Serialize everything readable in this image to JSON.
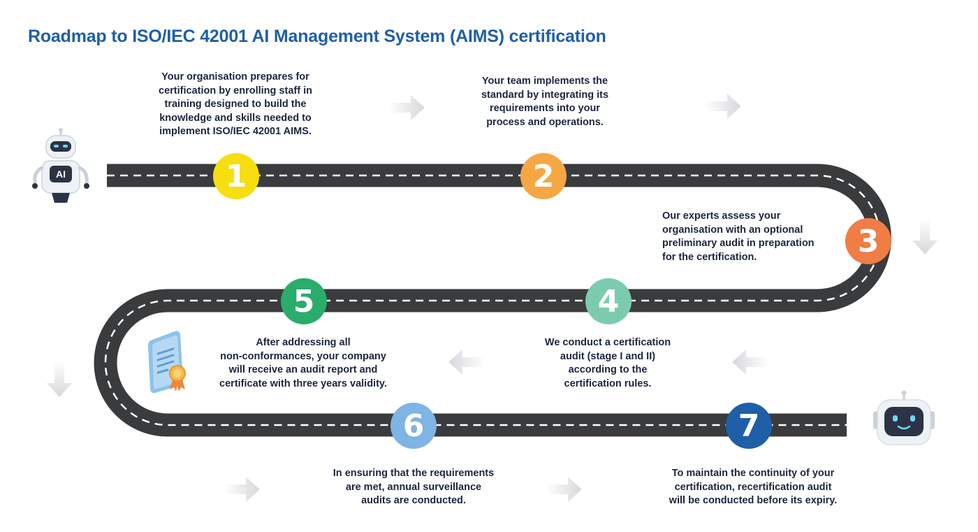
{
  "title": "Roadmap to ISO/IEC 42001 AI Management System (AIMS) certification",
  "robot_label": "AI",
  "colors": {
    "title": "#1f5fa8",
    "road": "#3a3b3d",
    "text": "#1c2540"
  },
  "steps": [
    {
      "number": "1",
      "color": "#f6de11",
      "lines": [
        "Your organisation prepares for",
        "certification by enrolling staff in",
        "training designed to build the",
        "knowledge and skills needed to",
        "implement ISO/IEC 42001 AIMS."
      ]
    },
    {
      "number": "2",
      "color": "#f5a744",
      "lines": [
        "Your team implements the",
        "standard by integrating its",
        "requirements into your",
        "process and operations."
      ]
    },
    {
      "number": "3",
      "color": "#f07c46",
      "lines": [
        "Our experts assess your",
        "organisation with an optional",
        "preliminary audit in preparation",
        "for the certification."
      ]
    },
    {
      "number": "4",
      "color": "#7dcbae",
      "lines": [
        "We conduct a certification",
        "audit (stage I and II)",
        "according to the",
        "certification rules."
      ]
    },
    {
      "number": "5",
      "color": "#2aac6b",
      "lines": [
        "After addressing all",
        "non-conformances, your company",
        "will receive an audit report and",
        "certificate with three years validity."
      ]
    },
    {
      "number": "6",
      "color": "#7fb4e4",
      "lines": [
        "In ensuring that the requirements",
        "are met, annual surveillance",
        "audits are conducted."
      ]
    },
    {
      "number": "7",
      "color": "#1f5fa8",
      "lines": [
        "To maintain the continuity of your",
        "certification, recertification audit",
        "will be conducted before its expiry."
      ]
    }
  ]
}
